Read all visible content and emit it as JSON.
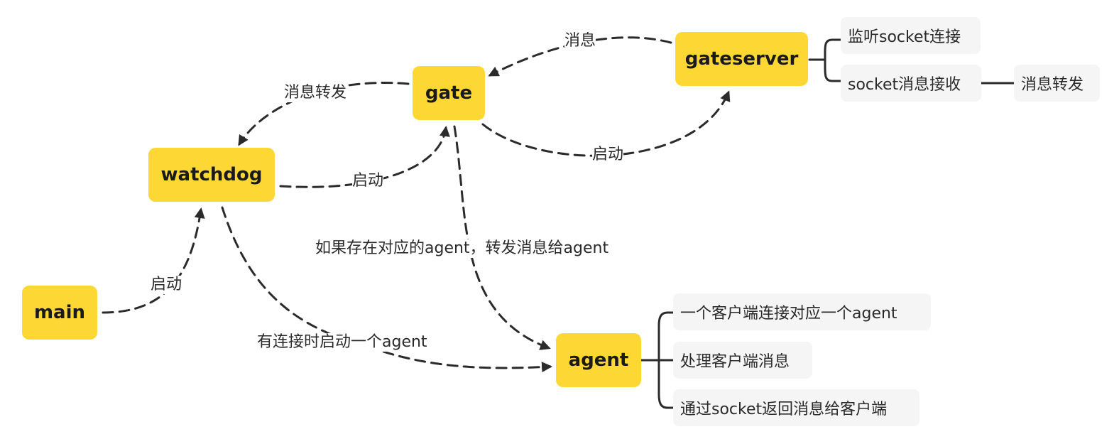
{
  "colors": {
    "node_fill": "#FDD835",
    "leaf_fill": "#F5F5F5",
    "edge": "#2b2b2b",
    "background": "#FFFFFF"
  },
  "nodes": {
    "main": "main",
    "watchdog": "watchdog",
    "gate": "gate",
    "gateserver": "gateserver",
    "agent": "agent"
  },
  "gateserver_details": {
    "listen": "监听socket连接",
    "receive": "socket消息接收",
    "forward": "消息转发"
  },
  "agent_details": {
    "one_per_client": "一个客户端连接对应一个agent",
    "handle": "处理客户端消息",
    "reply": "通过socket返回消息给客户端"
  },
  "edge_labels": {
    "main_to_watchdog": "启动",
    "watchdog_to_gate": "启动",
    "gate_to_watchdog": "消息转发",
    "gateserver_to_gate": "消息",
    "gate_to_gateserver": "启动",
    "gate_to_agent": "如果存在对应的agent，转发消息给agent",
    "watchdog_to_agent": "有连接时启动一个agent"
  }
}
